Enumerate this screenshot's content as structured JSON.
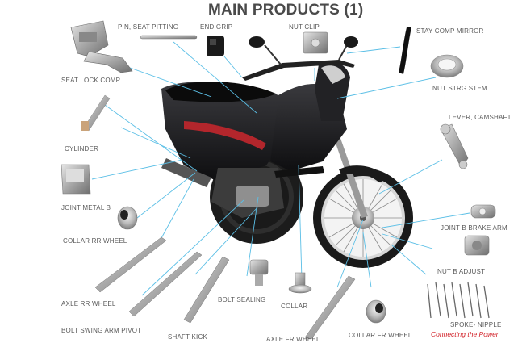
{
  "title": "MAIN PRODUCTS (1)",
  "slogan": "Connecting the Power",
  "labels": {
    "seat_lock_comp": "SEAT LOCK COMP",
    "pin_seat_pitting": "PIN, SEAT PITTING",
    "end_grip": "END GRIP",
    "nut_clip": "NUT CLIP",
    "stay_comp_mirror": "STAY COMP MIRROR",
    "nut_strg_stem": "NUT STRG STEM",
    "lever_camshaft": "LEVER, CAMSHAFT",
    "cylinder": "CYLINDER",
    "joint_metal_b": "JOINT METAL B",
    "collar_rr_wheel": "COLLAR RR WHEEL",
    "joint_b_brake_arm": "JOINT B BRAKE ARM",
    "nut_b_adjust": "NUT B ADJUST",
    "axle_rr_wheel": "AXLE RR WHEEL",
    "bolt_sealing": "BOLT SEALING",
    "collar": "COLLAR",
    "spoke_nipple": "SPOKE- NIPPLE",
    "bolt_swing_arm_pivot": "BOLT SWING ARM PIVOT",
    "shaft_kick": "SHAFT KICK",
    "axle_fr_wheel": "AXLE FR WHEEL",
    "collar_fr_wheel": "COLLAR FR WHEEL"
  },
  "colors": {
    "leader_line": "#5bbfe6",
    "title": "#4a4a4a",
    "slogan": "#d2232a",
    "bike_body": "#1a1a1c",
    "accent_red": "#b3262c"
  }
}
